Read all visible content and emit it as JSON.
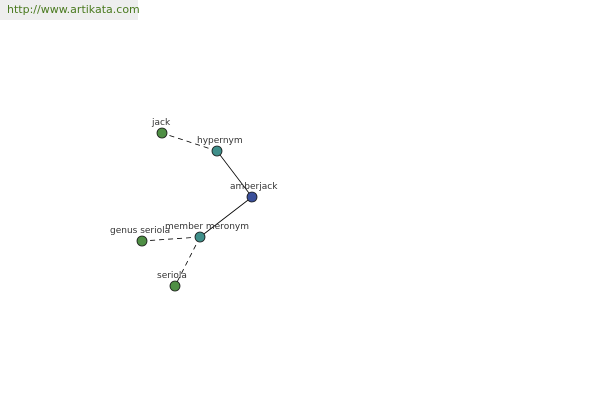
{
  "watermark": {
    "url_text": "http://www.artikata.com"
  },
  "colors": {
    "center_node": "#3a4f9a",
    "relation_node": "#3f8f8a",
    "leaf_node": "#4f8f45",
    "edge": "#000000",
    "url_text": "#4a7a1f"
  },
  "graph": {
    "nodes": [
      {
        "id": "amberjack",
        "label": "amberjack",
        "kind": "center"
      },
      {
        "id": "hypernym",
        "label": "hypernym",
        "kind": "relation"
      },
      {
        "id": "member-meronym",
        "label": "member meronym",
        "kind": "relation"
      },
      {
        "id": "jack",
        "label": "jack",
        "kind": "leaf"
      },
      {
        "id": "genus-seriola",
        "label": "genus seriola",
        "kind": "leaf"
      },
      {
        "id": "seriola",
        "label": "seriola",
        "kind": "leaf"
      }
    ],
    "edges": [
      {
        "from": "amberjack",
        "to": "hypernym",
        "style": "solid"
      },
      {
        "from": "amberjack",
        "to": "member-meronym",
        "style": "solid"
      },
      {
        "from": "hypernym",
        "to": "jack",
        "style": "dashed"
      },
      {
        "from": "member-meronym",
        "to": "genus-seriola",
        "style": "dashed"
      },
      {
        "from": "member-meronym",
        "to": "seriola",
        "style": "dashed"
      }
    ]
  }
}
